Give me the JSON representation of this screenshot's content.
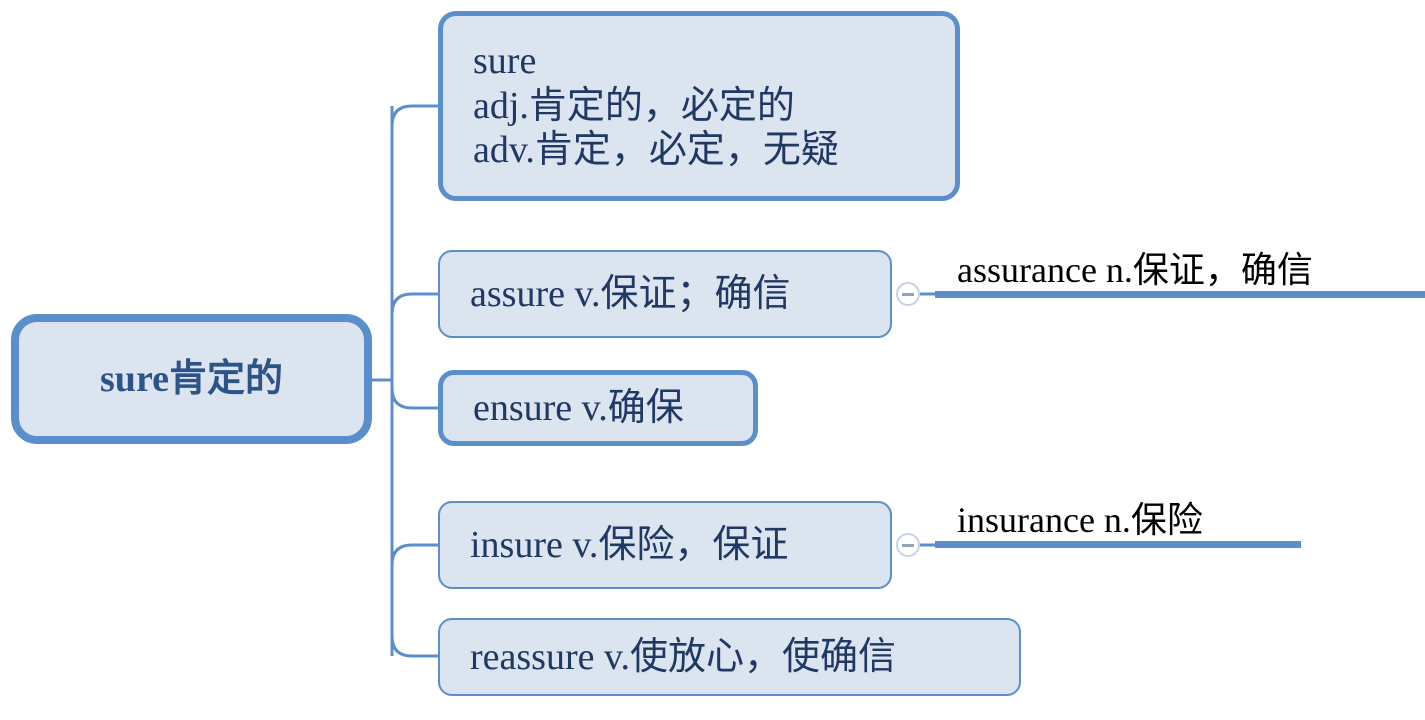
{
  "diagram": {
    "type": "mind-map",
    "title": "sure word family mind map",
    "colors": {
      "node_fill": "#dce4f0",
      "node_border": "#5b8fcb",
      "node_text": "#1f3864",
      "root_text": "#2c5488",
      "connector": "#5b8fcb",
      "label_text": "#000000",
      "background": "#ffffff"
    }
  },
  "root": {
    "label": "sure肯定的"
  },
  "branches": [
    {
      "id": "sure",
      "label": "sure\nadj.肯定的，必定的\nadv.肯定，必定，无疑",
      "lines": [
        "sure",
        "adj.肯定的，必定的",
        "adv.肯定，必定，无疑"
      ],
      "emphasis": "strong"
    },
    {
      "id": "assure",
      "label": "assure v.保证；确信",
      "emphasis": "normal",
      "has_toggle": true,
      "toggle_state": "expanded"
    },
    {
      "id": "ensure",
      "label": "ensure v.确保",
      "emphasis": "strong",
      "has_toggle": false
    },
    {
      "id": "insure",
      "label": "insure v.保险，保证",
      "emphasis": "normal",
      "has_toggle": true,
      "toggle_state": "expanded"
    },
    {
      "id": "reassure",
      "label": "reassure v.使放心，使确信",
      "emphasis": "normal",
      "has_toggle": false
    }
  ],
  "side_labels": [
    {
      "id": "assurance",
      "label": "assurance n.保证，确信",
      "parent": "assure"
    },
    {
      "id": "insurance",
      "label": "insurance n.保险",
      "parent": "insure"
    }
  ],
  "icons": {
    "collapse": "minus-icon"
  }
}
